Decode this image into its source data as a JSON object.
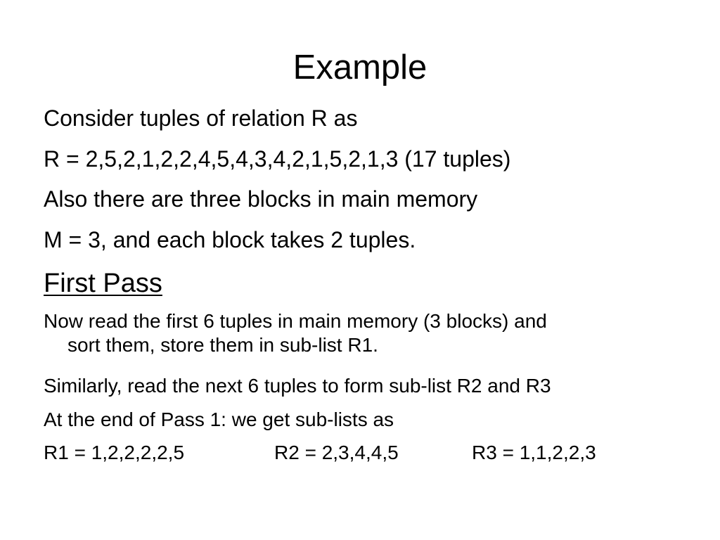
{
  "slide": {
    "title": "Example",
    "lines": [
      "Consider tuples of relation R as",
      "R = 2,5,2,1,2,2,4,5,4,3,4,2,1,5,2,1,3 (17 tuples)",
      "Also there are three blocks in main memory",
      "M = 3, and each block takes 2 tuples."
    ],
    "section_heading": "First Pass",
    "pass_text": {
      "line1": "Now read the first 6 tuples in main memory (3 blocks) and",
      "line1_cont": "sort them, store them in sub-list R1.",
      "line2": "Similarly, read the next 6 tuples to form sub-list R2 and R3",
      "line3": "At the end of Pass 1: we get sub-lists as"
    },
    "sublists": [
      "R1 = 1,2,2,2,2,5",
      "R2 = 2,3,4,4,5",
      "R3 = 1,1,2,2,3"
    ]
  }
}
